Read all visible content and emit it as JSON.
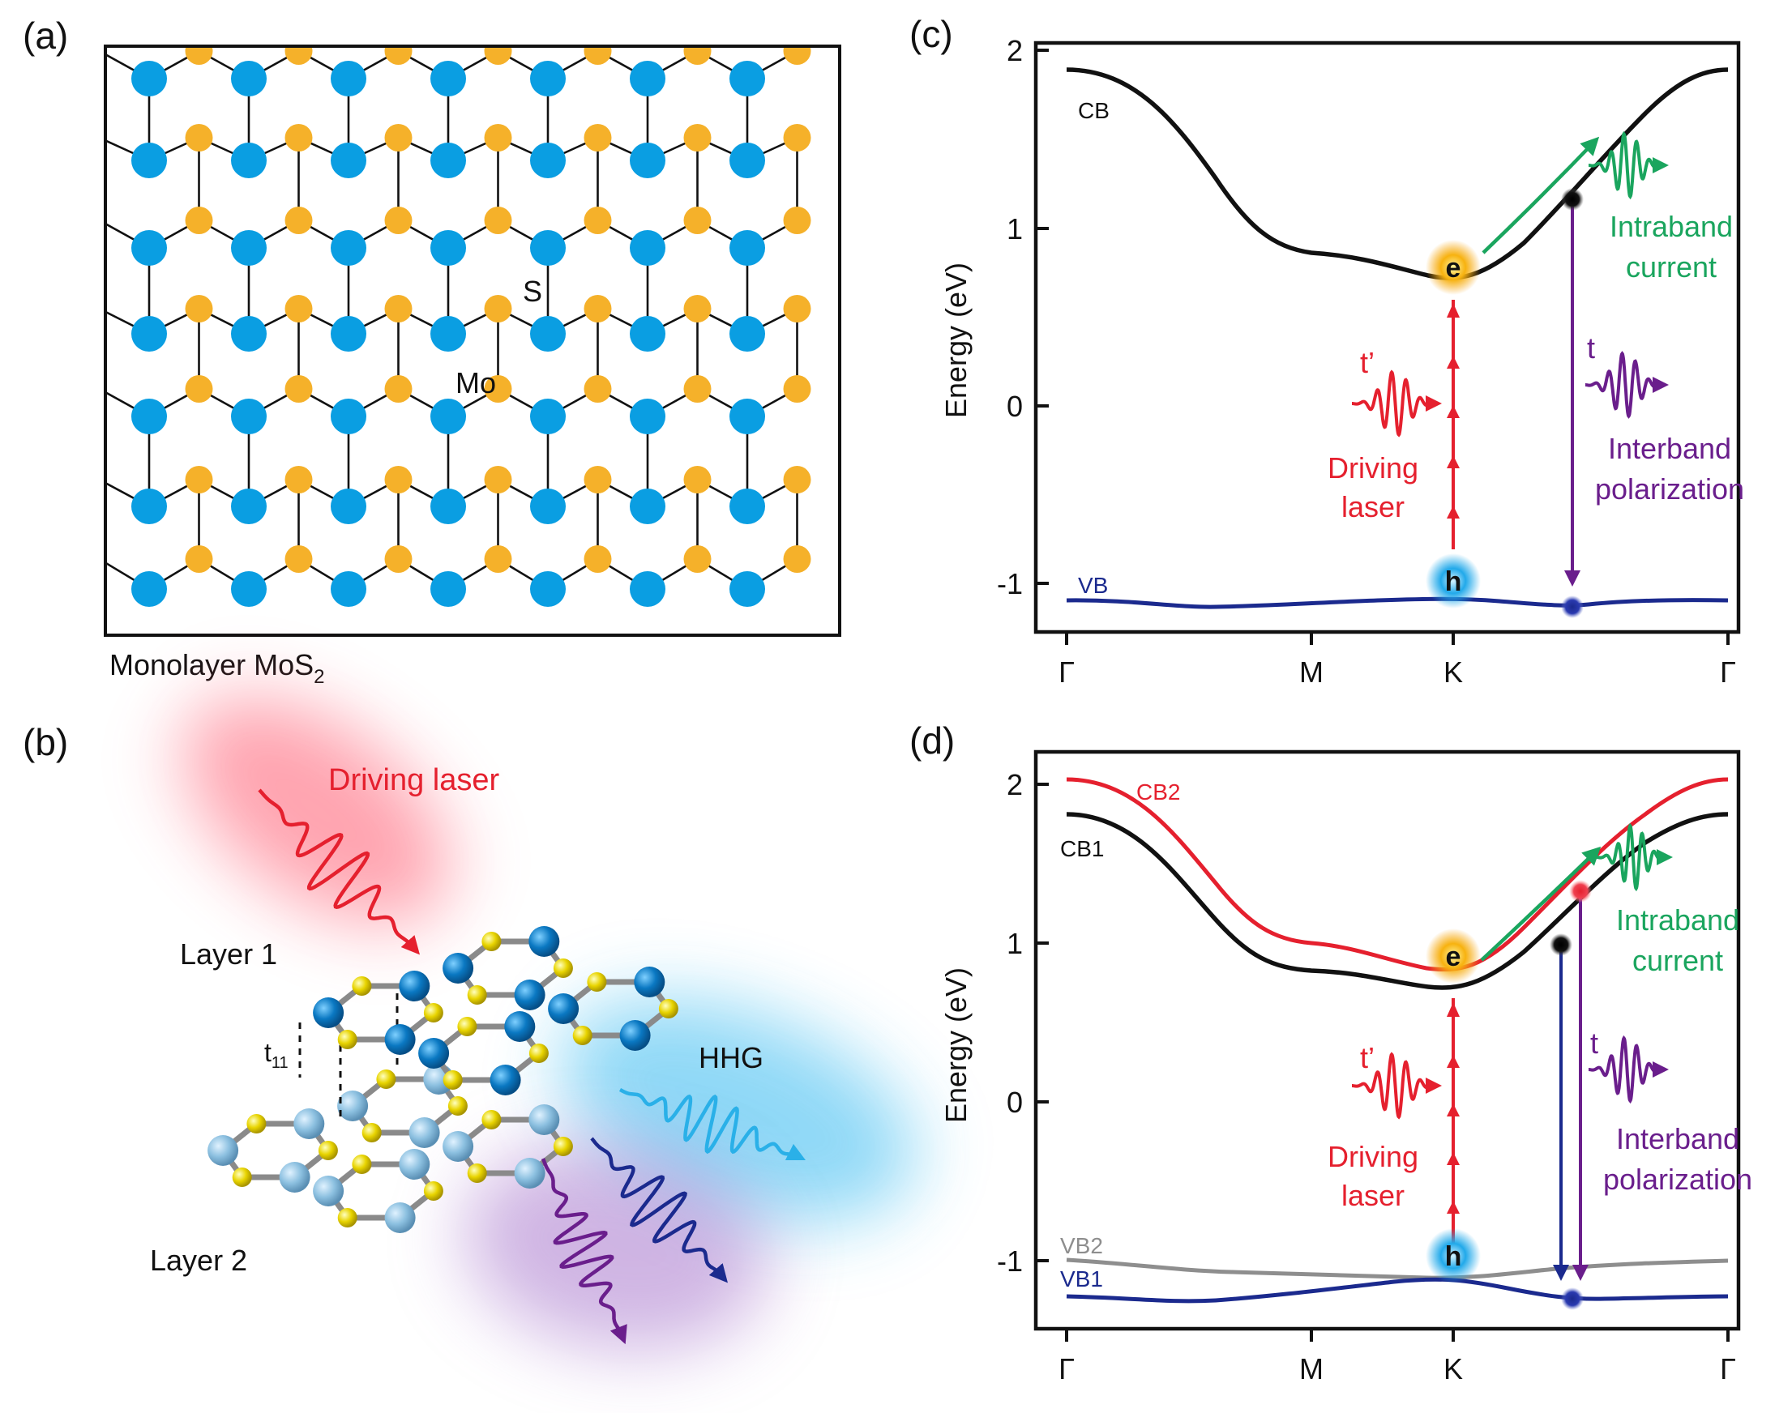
{
  "panels": {
    "a": {
      "label": "(a)",
      "s_label": "S",
      "mo_label": "Mo",
      "caption_main": "Monolayer MoS",
      "caption_sub": "2"
    },
    "b": {
      "label": "(b)",
      "driving_laser": "Driving laser",
      "layer1": "Layer 1",
      "layer2": "Layer 2",
      "t_main": "t",
      "t_sub": "11",
      "hhg": "HHG"
    },
    "c": {
      "label": "(c)",
      "ylabel": "Energy (eV)",
      "yticks": [
        "2",
        "1",
        "0",
        "-1"
      ],
      "xticks": [
        "Γ",
        "M",
        "K",
        "Γ"
      ],
      "cb": "CB",
      "vb": "VB",
      "e": "e",
      "h": "h",
      "t_prime": "t’",
      "driving_1": "Driving",
      "driving_2": "laser",
      "t": "t",
      "intraband_1": "Intraband",
      "intraband_2": "current",
      "interband_1": "Interband",
      "interband_2": "polarization"
    },
    "d": {
      "label": "(d)",
      "ylabel": "Energy (eV)",
      "yticks": [
        "2",
        "1",
        "0",
        "-1"
      ],
      "xticks": [
        "Γ",
        "M",
        "K",
        "Γ"
      ],
      "cb2": "CB2",
      "cb1": "CB1",
      "vb2": "VB2",
      "vb1": "VB1",
      "e": "e",
      "h": "h",
      "t_prime": "t’",
      "driving_1": "Driving",
      "driving_2": "laser",
      "t": "t",
      "intraband_1": "Intraband",
      "intraband_2": "current",
      "interband_1": "Interband",
      "interband_2": "polarization"
    }
  },
  "colors": {
    "mo": "#0a9ee2",
    "s": "#f5b12a",
    "red": "#e5202e",
    "green": "#1aa55e",
    "purple": "#6a1e8c",
    "navy": "#1b2a8e",
    "blue_light": "#2ab0e8",
    "gray": "#8e8e8e"
  }
}
